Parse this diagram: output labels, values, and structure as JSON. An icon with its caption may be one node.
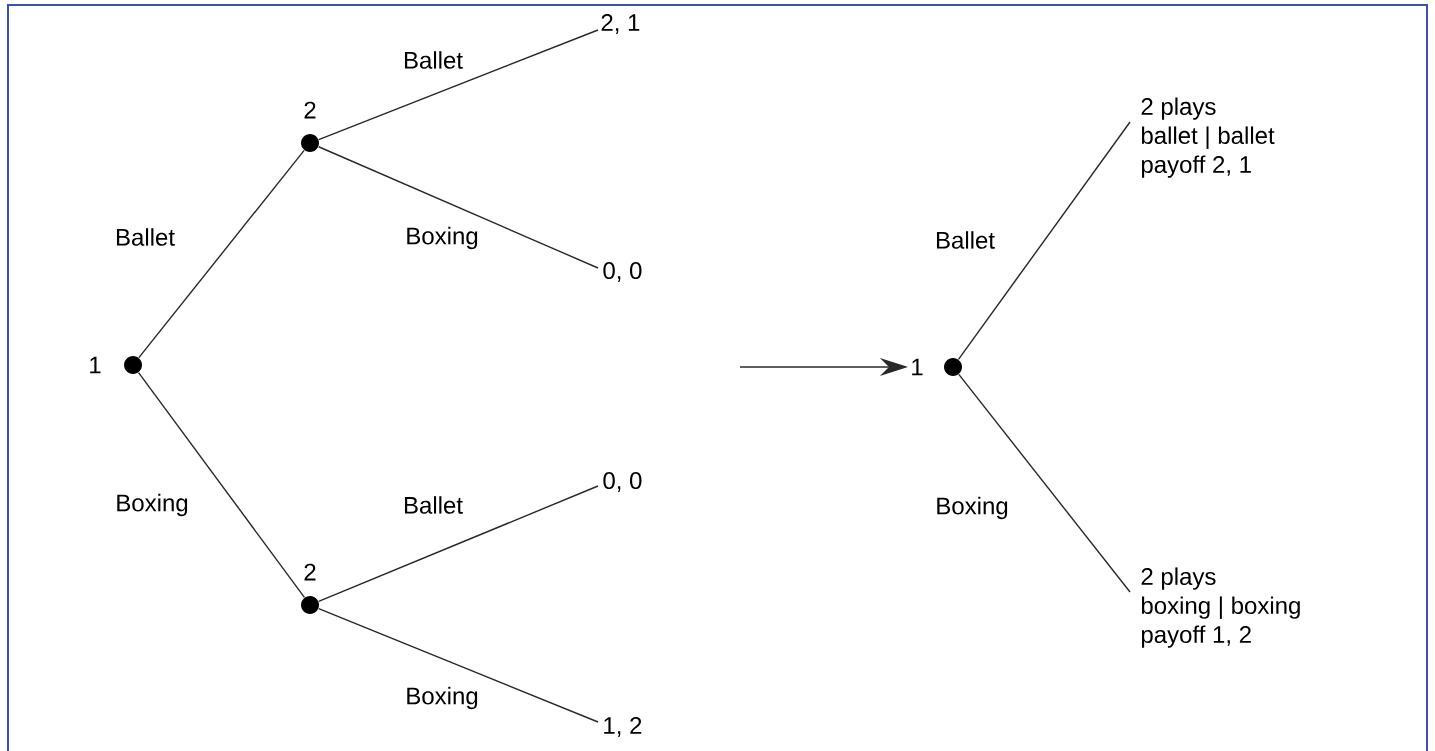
{
  "diagram": {
    "nodes": [
      {
        "text": [],
        "shape": "circle",
        "beside": [
          "1"
        ]
      },
      {
        "text": [],
        "shape": "circle",
        "beside": [
          "2"
        ]
      },
      {
        "text": [],
        "shape": "circle",
        "beside": [
          "2"
        ]
      },
      {
        "text": [
          "2, 1"
        ]
      },
      {
        "text": [
          "0, 0"
        ]
      },
      {
        "text": [
          "0, 0"
        ]
      },
      {
        "text": [
          "1, 2"
        ]
      },
      {
        "text": [],
        "shape": "circle",
        "beside": [
          "1"
        ]
      },
      {
        "text": [
          "2 plays",
          "ballet | ballet",
          "payoff 2, 1"
        ]
      },
      {
        "text": [
          "2 plays",
          "boxing | boxing",
          "payoff 1, 2"
        ]
      }
    ],
    "edges": [
      {
        "from": 0,
        "to": 1,
        "arrow": "none",
        "label": "Ballet"
      },
      {
        "from": 0,
        "to": 2,
        "arrow": "none",
        "label": "Boxing"
      },
      {
        "from": 1,
        "to": 3,
        "arrow": "none",
        "label": "Ballet"
      },
      {
        "from": 1,
        "to": 4,
        "arrow": "none",
        "label": "Boxing"
      },
      {
        "from": 2,
        "to": 5,
        "arrow": "none",
        "label": "Ballet"
      },
      {
        "from": 2,
        "to": 6,
        "arrow": "none",
        "label": "Boxing"
      },
      {
        "from": null,
        "to": 7,
        "arrow": "to"
      },
      {
        "from": 7,
        "to": 8,
        "arrow": "none",
        "label": "Ballet"
      },
      {
        "from": 7,
        "to": 9,
        "arrow": "none",
        "label": "Boxing"
      }
    ]
  }
}
